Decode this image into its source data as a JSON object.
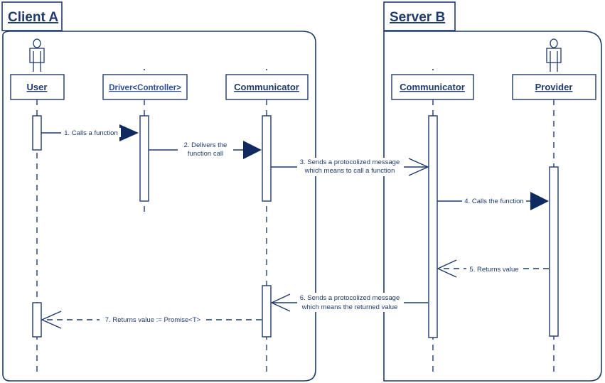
{
  "colors": {
    "ink": "#1f3a6b",
    "label_link": "#2c4f9e",
    "arrow_fill": "#0e2a5e",
    "background": "#ffffff"
  },
  "frames": {
    "client": {
      "title": "Client A"
    },
    "server": {
      "title": "Server B"
    }
  },
  "lifelines": {
    "user": {
      "label": "User",
      "icon": "actor-icon"
    },
    "driver": {
      "label": "Driver<Controller>"
    },
    "client_communicator": {
      "label": "Communicator"
    },
    "server_communicator": {
      "label": "Communicator"
    },
    "provider": {
      "label": "Provider",
      "icon": "actor-icon"
    }
  },
  "messages": {
    "m1": "1. Calls a function",
    "m2_line1": "2. Delivers the",
    "m2_line2": "function call",
    "m3_line1": "3. Sends a protocolized message",
    "m3_line2": "which means to call a function",
    "m4": "4. Calls the function",
    "m5": "5. Returns value",
    "m6_line1": "6. Sends a protocolized message",
    "m6_line2": "which means the returned value",
    "m7": "7. Returns value := Promise<T>"
  }
}
